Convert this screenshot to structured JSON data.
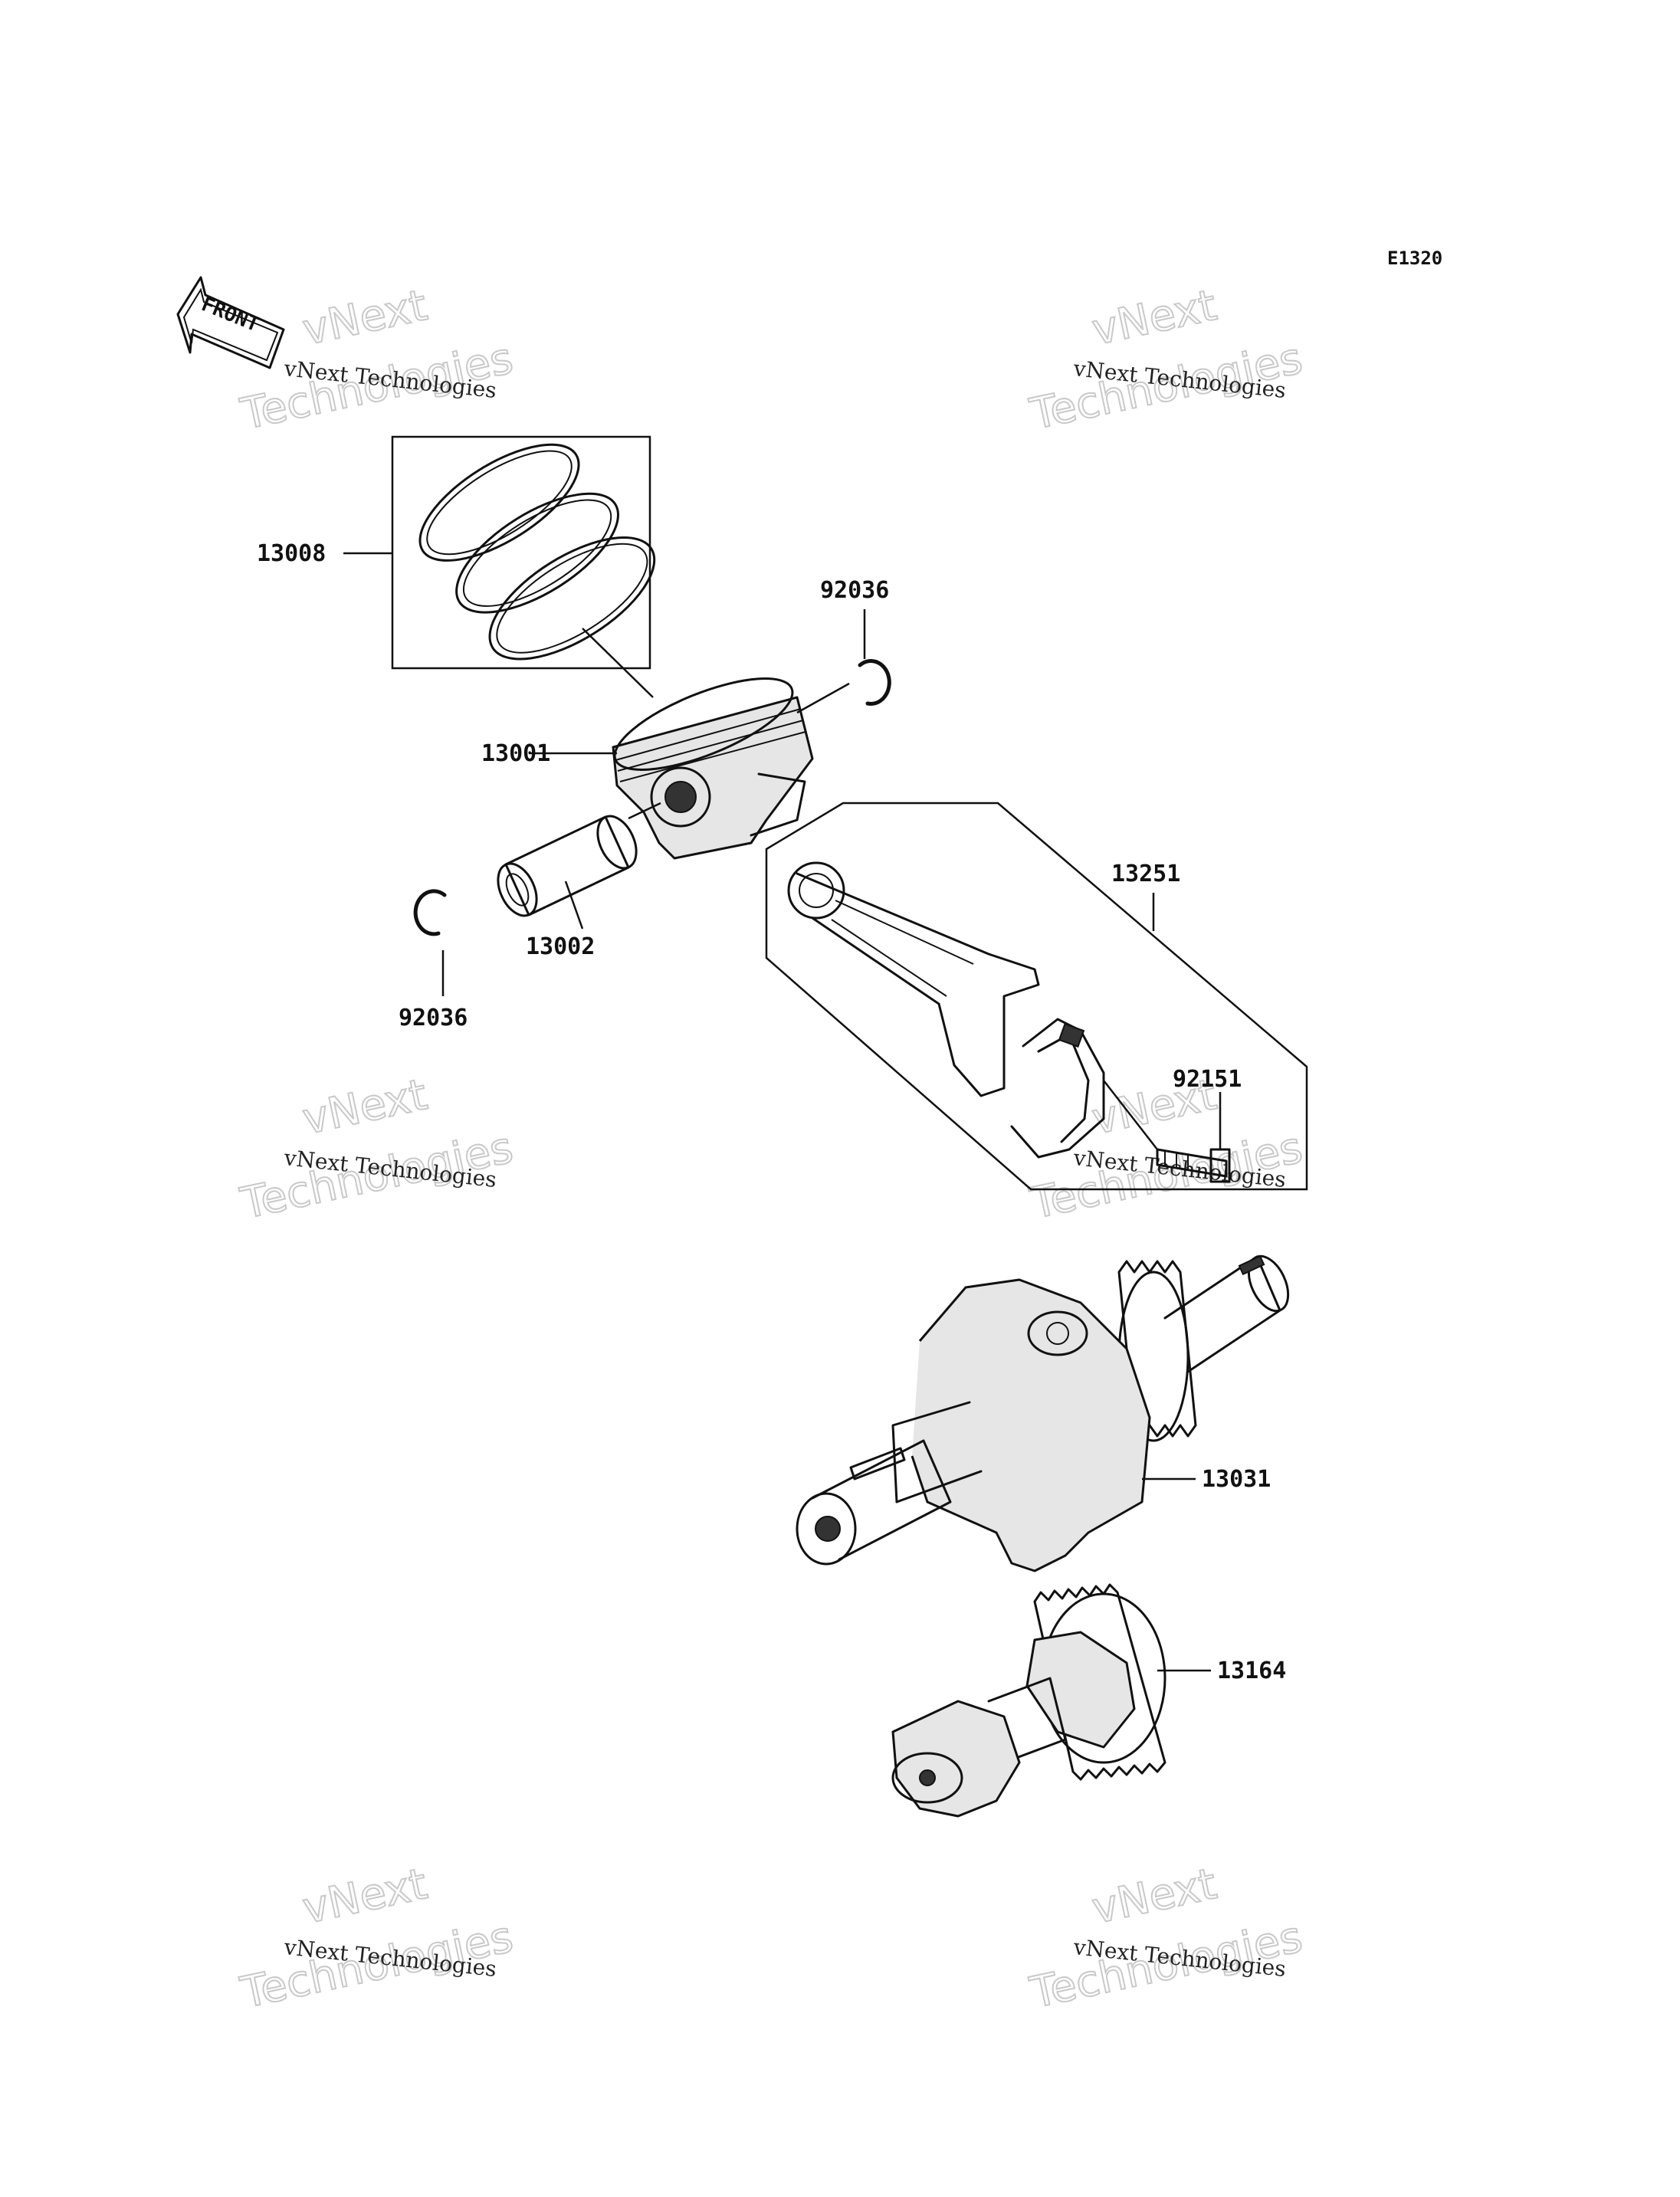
{
  "diagram_code": "E1320",
  "front_arrow": {
    "label": "FRONT",
    "icon": "front-arrow-icon"
  },
  "callouts": {
    "piston_ring_set": "13008",
    "piston": "13001",
    "piston_pin": "13002",
    "circlip_upper": "92036",
    "circlip_lower": "92036",
    "connecting_rod": "13251",
    "rod_bolt": "92151",
    "crankshaft": "13031",
    "balancer_shaft": "13164"
  },
  "watermarks": [
    {
      "line1": "vNext",
      "line2": "Technologies",
      "caption": "vNext Technologies"
    },
    {
      "line1": "vNext",
      "line2": "Technologies",
      "caption": "vNext Technologies"
    },
    {
      "line1": "vNext",
      "line2": "Technologies",
      "caption": "vNext Technologies"
    },
    {
      "line1": "vNext",
      "line2": "Technologies",
      "caption": "vNext Technologies"
    },
    {
      "line1": "vNext",
      "line2": "Technologies",
      "caption": "vNext Technologies"
    },
    {
      "line1": "vNext",
      "line2": "Technologies",
      "caption": "vNext Technologies"
    }
  ]
}
